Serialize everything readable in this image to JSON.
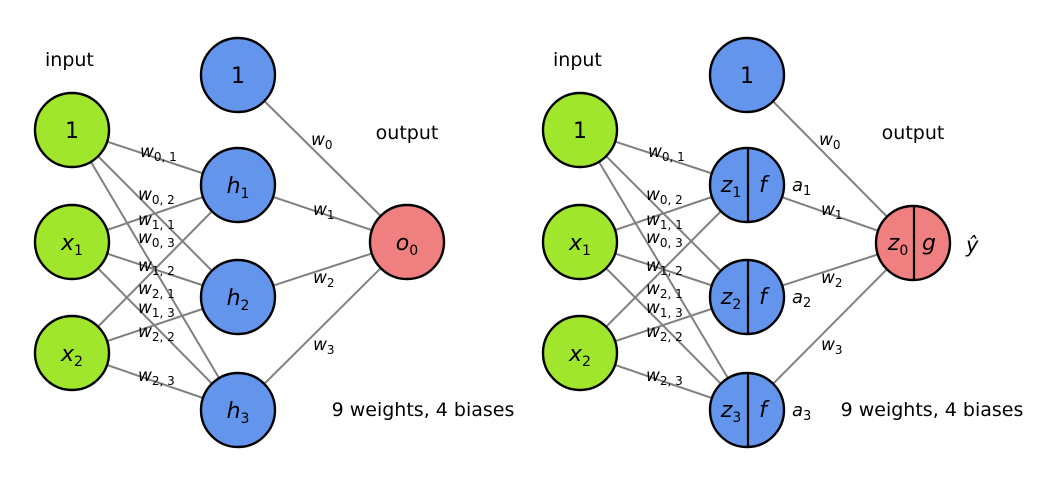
{
  "figure": {
    "description_left_caption": "9 weights, 4 biases",
    "description_right_caption": "9 weights, 4 biases"
  },
  "colors": {
    "input_node": "#A0E62D",
    "hidden_node": "#6495ED",
    "output_node": "#F08080",
    "edge": "#808080",
    "node_outline": "#000000",
    "activation_text": "#0000EE",
    "prediction_text": "#FF0000"
  },
  "left": {
    "input_label": "input",
    "output_label": "output",
    "caption": "9 weights, 4 biases",
    "nodes": {
      "bias_input": "1",
      "x1": {
        "base": "x",
        "sub": "1"
      },
      "x2": {
        "base": "x",
        "sub": "2"
      },
      "bias_hidden": "1",
      "h1": {
        "base": "h",
        "sub": "1"
      },
      "h2": {
        "base": "h",
        "sub": "2"
      },
      "h3": {
        "base": "h",
        "sub": "3"
      },
      "o0": {
        "base": "o",
        "sub": "0"
      }
    },
    "weights_in": [
      {
        "base": "w",
        "sub": "0, 1"
      },
      {
        "base": "w",
        "sub": "0, 2"
      },
      {
        "base": "w",
        "sub": "1, 1"
      },
      {
        "base": "w",
        "sub": "0, 3"
      },
      {
        "base": "w",
        "sub": "1, 2"
      },
      {
        "base": "w",
        "sub": "2, 1"
      },
      {
        "base": "w",
        "sub": "1, 3"
      },
      {
        "base": "w",
        "sub": "2, 2"
      },
      {
        "base": "w",
        "sub": "2, 3"
      }
    ],
    "weights_out": [
      {
        "base": "w",
        "sub": "0"
      },
      {
        "base": "w",
        "sub": "1"
      },
      {
        "base": "w",
        "sub": "2"
      },
      {
        "base": "w",
        "sub": "3"
      }
    ]
  },
  "right": {
    "input_label": "input",
    "output_label": "output",
    "caption": "9 weights, 4 biases",
    "nodes": {
      "bias_input": "1",
      "x1": {
        "base": "x",
        "sub": "1"
      },
      "x2": {
        "base": "x",
        "sub": "2"
      },
      "bias_hidden": "1",
      "z1": {
        "base": "z",
        "sub": "1"
      },
      "f1": "f",
      "z2": {
        "base": "z",
        "sub": "2"
      },
      "f2": "f",
      "z3": {
        "base": "z",
        "sub": "3"
      },
      "f3": "f",
      "z0": {
        "base": "z",
        "sub": "0"
      },
      "g": "g"
    },
    "activations": [
      {
        "base": "a",
        "sub": "1"
      },
      {
        "base": "a",
        "sub": "2"
      },
      {
        "base": "a",
        "sub": "3"
      }
    ],
    "prediction": "ŷ",
    "weights_in": [
      {
        "base": "w",
        "sub": "0, 1"
      },
      {
        "base": "w",
        "sub": "0, 2"
      },
      {
        "base": "w",
        "sub": "1, 1"
      },
      {
        "base": "w",
        "sub": "0, 3"
      },
      {
        "base": "w",
        "sub": "1, 2"
      },
      {
        "base": "w",
        "sub": "2, 1"
      },
      {
        "base": "w",
        "sub": "1, 3"
      },
      {
        "base": "w",
        "sub": "2, 2"
      },
      {
        "base": "w",
        "sub": "2, 3"
      }
    ],
    "weights_out": [
      {
        "base": "w",
        "sub": "0"
      },
      {
        "base": "w",
        "sub": "1"
      },
      {
        "base": "w",
        "sub": "2"
      },
      {
        "base": "w",
        "sub": "3"
      }
    ]
  }
}
